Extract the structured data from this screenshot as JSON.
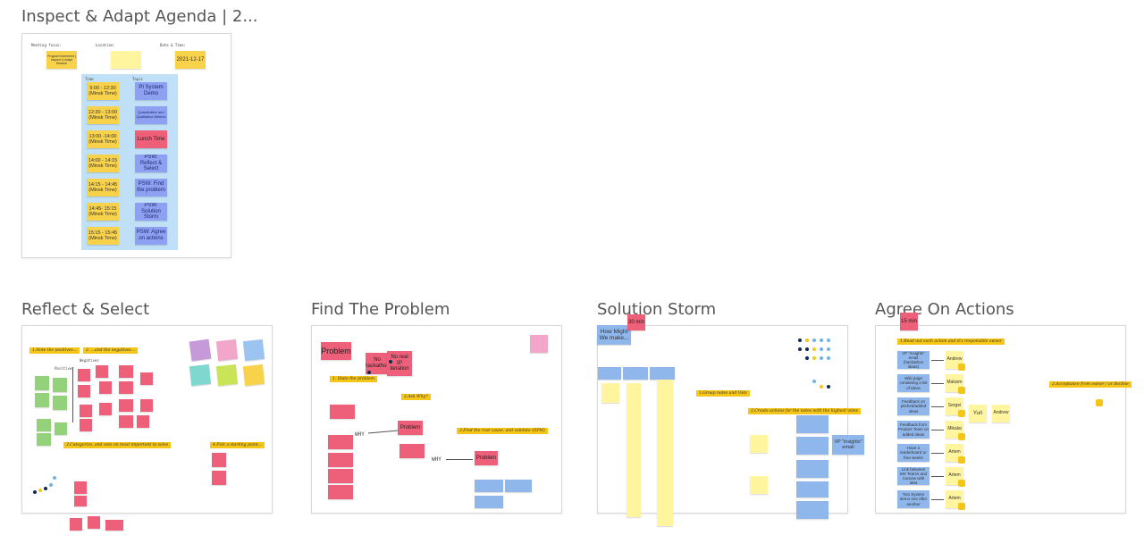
{
  "frames": {
    "agenda": {
      "title": "Inspect & Adapt Agenda | 2...",
      "header": {
        "team": "Meeting focus:",
        "location": "Location:",
        "date_label": "Date & Time:"
      },
      "team_note": "Program Increment | Inspect & Adapt Session",
      "date_note": "2021-12-17",
      "col_time": "Time",
      "col_topic": "Topic",
      "rows": [
        {
          "time": "9:00 - 12:30 (Minsk Time)",
          "topic": "PI System Demo"
        },
        {
          "time": "12:30 - 13:00 (Minsk Time)",
          "topic": "Quantitative and Qualitative Metrics"
        },
        {
          "time": "13:00 -14:00 (Minsk Time)",
          "topic": "Lunch Time"
        },
        {
          "time": "14:00 - 14:15 (Minsk Time)",
          "topic": "PSW: Reflect & Select"
        },
        {
          "time": "14:15 - 14:45 (Minsk Time)",
          "topic": "PSW: Find the problem"
        },
        {
          "time": "14:45- 15:15 (Minsk Time)",
          "topic": "PSW: Solution Storm"
        },
        {
          "time": "15:15 - 15:45 (Minsk Time)",
          "topic": "PSW: Agree on actions"
        }
      ]
    },
    "reflect": {
      "title": "Reflect & Select",
      "band1": "1.Note the positives...",
      "band2": "2. ...and the negatives...",
      "band3": "3.Categorize, and vote on most important to solve",
      "band4": "4.Pick a starting point...",
      "positives": "Positives",
      "negatives": "Negatives"
    },
    "problem": {
      "title": "Find The Problem",
      "problem_note": "Problem",
      "no_real_note": "No real IP iteration",
      "hackathon_note": "No hackathon",
      "band1": "1. State the problem",
      "band2": "2.Ask Why?",
      "band3": "3.Find the root cause, and validate (IIPM)",
      "why1": "WHY",
      "why2": "WHY",
      "problem_mid": "Problem",
      "problem_right": "Problem"
    },
    "storm": {
      "title": "Solution Storm",
      "how_note": "How Might We make...",
      "timer_note": "30 min",
      "band1": "1.Group notes and Vote",
      "band2": "2.Create actions for the notes with the highest votes",
      "insights_note": "VP \"insights\" email"
    },
    "actions": {
      "title": "Agree On Actions",
      "timer_note": "15 min",
      "band1": "1.Read out each action and it's responsible owner",
      "band2": "2.Acceptance from owner / or decline",
      "owners": [
        "Andrew",
        "Maksim",
        "Sergei",
        "Mikalai",
        "Artem",
        "Artem",
        "Artem"
      ],
      "yuri": "Yuri",
      "andrew2": "Andrew",
      "actions": [
        "VP \"insights\" email (hackathon ideas)",
        "Wiki page containing a list of ideas",
        "Feedback on pitched/added ideas",
        "Feedback from Product Team on added ideas",
        "Have a leaderboard or free weeks",
        "Link between MS Teams and Canvas with Idea",
        "Two System demo one after another"
      ]
    }
  },
  "colors": {
    "yellow": "#fff59e",
    "orange": "#f8d24a",
    "red": "#ee5f7a",
    "blue": "#8fb7ec",
    "violet": "#8ea0f2",
    "band": "#f5c518"
  }
}
